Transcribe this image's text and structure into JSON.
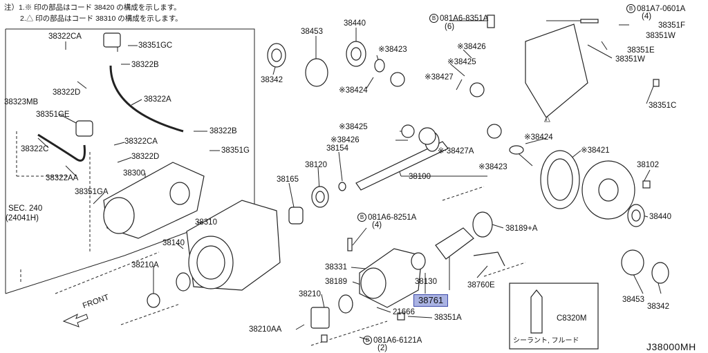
{
  "notes": {
    "line1": "注）1.※ 印の部品はコード 38420 の構成を示します。",
    "line2": "2.△ 印の部品はコード 38310 の構成を示します。"
  },
  "labels": {
    "p38322CA_a": "38322CA",
    "p38351GC": "38351GC",
    "p38322B_a": "38322B",
    "p38322D_a": "38322D",
    "p38322A": "38322A",
    "p38323MB": "38323MB",
    "p38351GE": "38351GE",
    "p38322B_b": "38322B",
    "p38322C": "38322C",
    "p38322CA_b": "38322CA",
    "p38351G": "38351G",
    "p38322D_b": "38322D",
    "p38300": "38300",
    "p38322AA": "38322AA",
    "p38351GA": "38351GA",
    "sec240": "SEC. 240",
    "sec240sub": "(24041H)",
    "p38310": "38310",
    "p38140": "38140",
    "p38210A": "38210A",
    "p38453_a": "38453",
    "p38342_a": "38342",
    "p38440_a": "38440",
    "p38423_a": "※38423",
    "p38424_a": "※38424",
    "p081A6_8351A": "081A6-8351A",
    "p081A6_8351A_qty": "(6)",
    "p081A7_0601A": "081A7-0601A",
    "p081A7_0601A_qty": "(4)",
    "p38351F": "38351F",
    "p38351W_a": "38351W",
    "p38351E": "38351E",
    "p38351W_b": "38351W",
    "p38351C": "38351C",
    "triangle_a": "△",
    "p38426_a": "※38426",
    "p38425_a": "※38425",
    "p38427": "※38427",
    "p38425_b": "※38425",
    "p38426_b": "※38426",
    "p38427A": "※ 38427A",
    "p38154": "38154",
    "p38424_b": "※38424",
    "p38423_b": "※38423",
    "p38421": "※38421",
    "p38120": "38120",
    "p38165": "38165",
    "p38100": "38100",
    "p38102": "38102",
    "p081A6_8251A": "081A6-8251A",
    "p081A6_8251A_qty": "(4)",
    "p38189A": "38189+A",
    "p38440_b": "38440",
    "p38331": "38331",
    "p38189": "38189",
    "p38130": "38130",
    "p38760E": "38760E",
    "p38761": "38761",
    "p38210": "38210",
    "p21666": "21666",
    "p38351A": "38351A",
    "p38210AA": "38210AA",
    "p081A6_6121A": "081A6-6121A",
    "p081A6_6121A_qty": "(2)",
    "p38453_b": "38453",
    "p38342_b": "38342",
    "pC8320M": "C8320M",
    "sealant": "シーラント, フルード",
    "front": "FRONT",
    "bolt_mark": "B"
  },
  "diagram_code": "J38000MH",
  "highlight_color": "#aab3e3"
}
